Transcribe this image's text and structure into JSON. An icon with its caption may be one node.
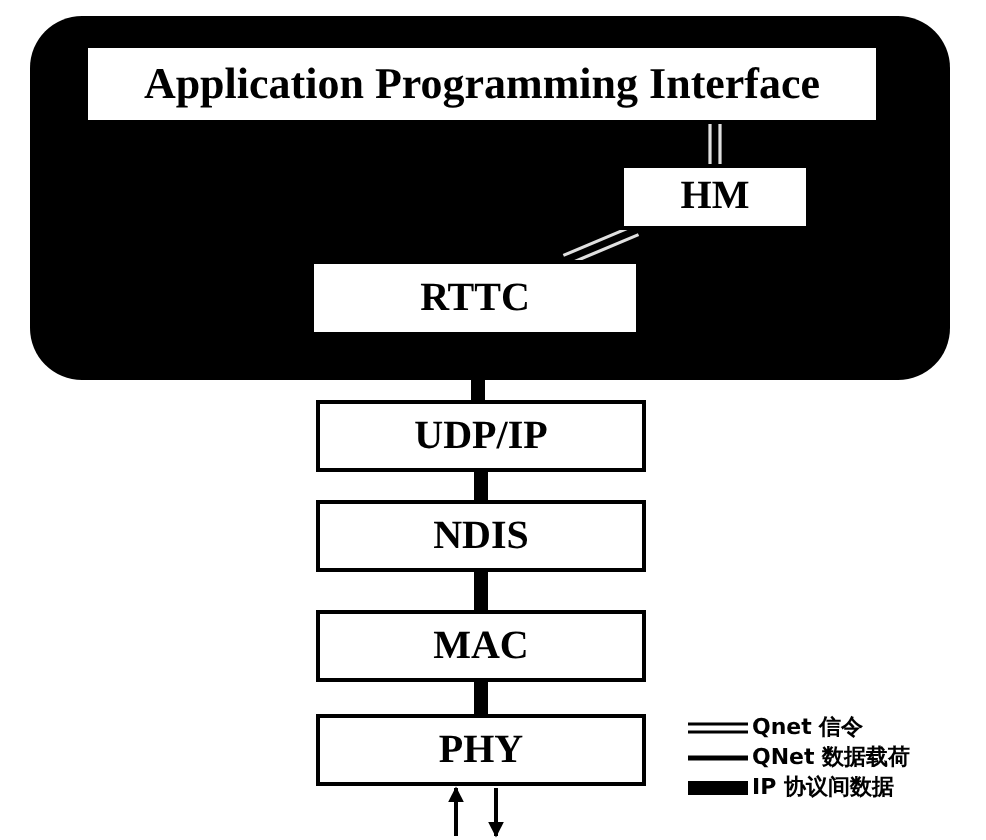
{
  "diagram": {
    "nodes": [
      {
        "text": [],
        "shape": "box"
      },
      {
        "text": [
          "Application Programming Interface"
        ],
        "in": 0
      },
      {
        "text": [
          "HM"
        ],
        "in": 0
      },
      {
        "text": [
          "RTTC"
        ],
        "in": 0
      },
      {
        "text": [
          "UDP/IP"
        ]
      },
      {
        "text": [
          "NDIS"
        ]
      },
      {
        "text": [
          "MAC"
        ]
      },
      {
        "text": [
          "PHY"
        ]
      }
    ],
    "edges": [
      {
        "from": 1,
        "to": 2,
        "arrow": "none",
        "color": "#e0e0e0"
      },
      {
        "from": 2,
        "to": 3,
        "arrow": "none",
        "color": "#e0e0e0"
      },
      {
        "from": 3,
        "to": 4,
        "arrow": "none",
        "style": "thick"
      },
      {
        "from": 4,
        "to": 5,
        "arrow": "none",
        "style": "thick"
      },
      {
        "from": 5,
        "to": 6,
        "arrow": "none",
        "style": "thick"
      },
      {
        "from": 6,
        "to": 7,
        "arrow": "none",
        "style": "thick"
      },
      {
        "from": null,
        "to": 7,
        "arrow": "to"
      },
      {
        "from": 7,
        "to": null,
        "arrow": "to"
      }
    ],
    "legend": [
      {
        "text": "Qnet 信令"
      },
      {
        "text": "QNet 数据载荷"
      },
      {
        "text": "IP 协议间数据"
      }
    ]
  }
}
